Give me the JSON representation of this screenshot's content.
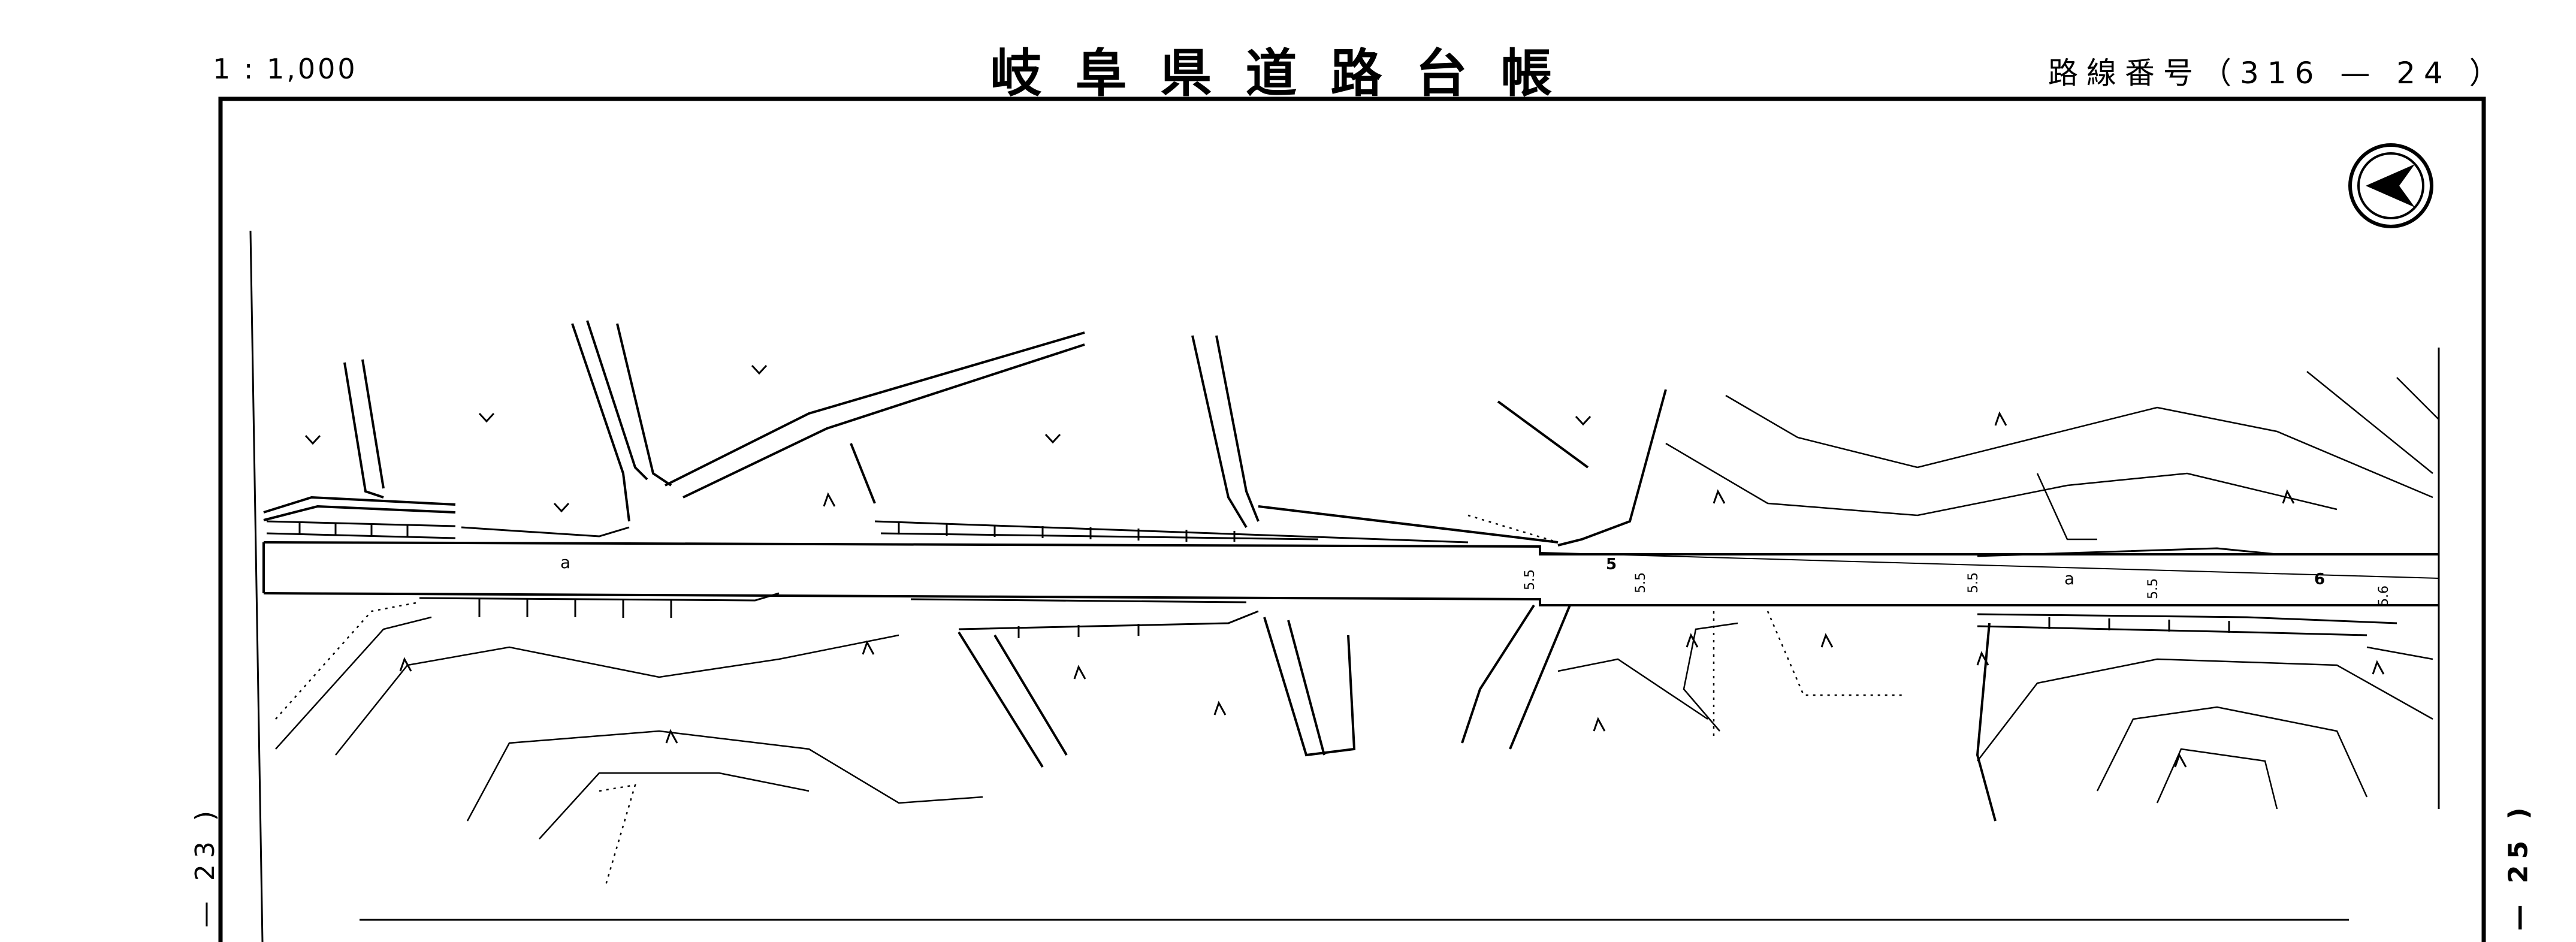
{
  "header": {
    "scale": "1 : 1,000",
    "title": "岐阜県道路台帳",
    "route": "路線番号（316 — 24 ）"
  },
  "side_refs": {
    "left": "— 23 )",
    "right": "— 25 )"
  },
  "map": {
    "road_marks": [
      "a",
      "a"
    ],
    "dims": [
      "5.5",
      "5",
      "5.5",
      "5.5",
      "5.5",
      "6",
      "5.6"
    ],
    "north_arrow": "north-arrow"
  }
}
